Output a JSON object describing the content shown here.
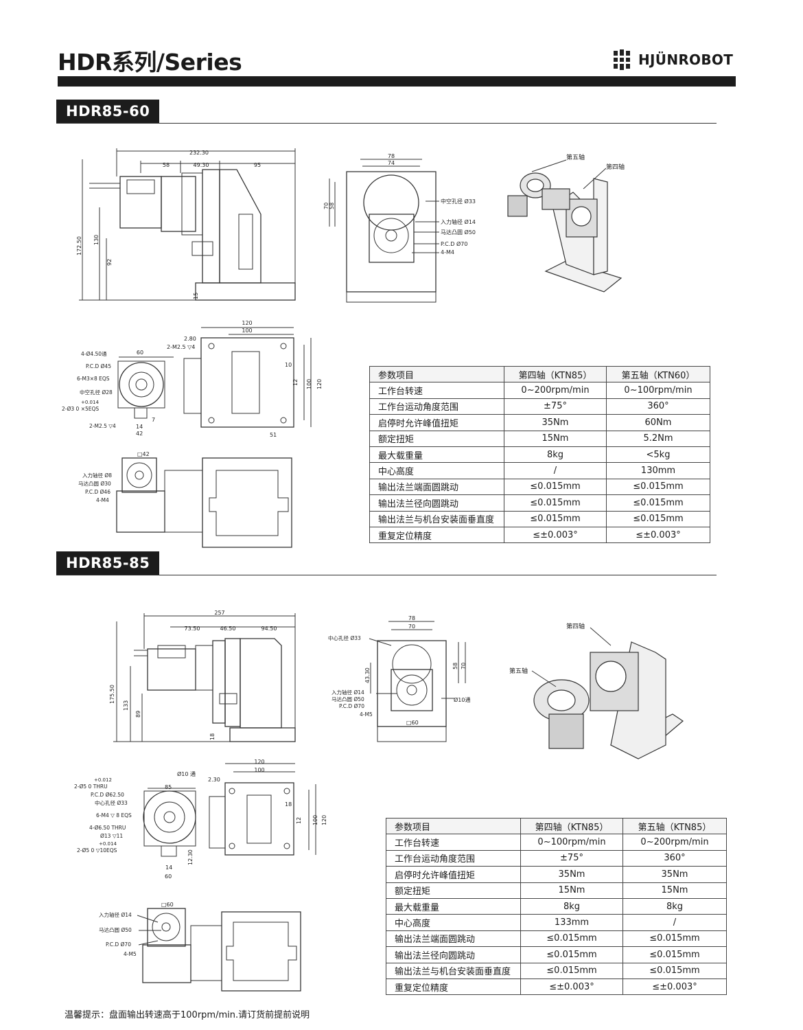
{
  "page_title": "HDR系列/Series",
  "brand": {
    "name": "HJÜNROBOT",
    "icon": "hjunrobot-logo-icon"
  },
  "colors": {
    "bar": "#1c1c1c",
    "line": "#333333",
    "table_border": "#444444"
  },
  "sections": [
    {
      "name": "HDR85-60",
      "dims": {
        "side": [
          "232.30",
          "58",
          "49.30",
          "95",
          "172.50",
          "130",
          "92",
          "15"
        ],
        "front": [
          "78",
          "74",
          "70",
          "58"
        ],
        "front_callouts": [
          "中空孔径 Ø33",
          "入力轴径 Ø14",
          "马达凸圆 Ø50",
          "P.C.D Ø70",
          "4-M4"
        ],
        "axis_labels": [
          "第五轴",
          "第四轴"
        ],
        "top": [
          "120",
          "100",
          "2.80",
          "2-M2.5 ▽4",
          "60",
          "10",
          "12",
          "100",
          "120",
          "51",
          "14",
          "42",
          "7"
        ],
        "top_callouts": [
          "4-Ø4.50通",
          "P.C.D Ø45",
          "6-M3×8 EQS",
          "中空孔径 Ø28",
          "+0.014",
          "2-Ø3   0      ×5EQS",
          "2-M2.5 ▽4"
        ],
        "bottom": [
          "□42"
        ],
        "bottom_callouts": [
          "入力轴径 Ø8",
          "马达凸圆 Ø30",
          "P.C.D Ø46",
          "4-M4"
        ]
      },
      "table": {
        "headers": [
          "参数项目",
          "第四轴（KTN85）",
          "第五轴（KTN60）"
        ],
        "rows": [
          [
            "工作台转速",
            "0~200rpm/min",
            "0~100rpm/min"
          ],
          [
            "工作台运动角度范围",
            "±75°",
            "360°"
          ],
          [
            "启停时允许峰值扭矩",
            "35Nm",
            "60Nm"
          ],
          [
            "额定扭矩",
            "15Nm",
            "5.2Nm"
          ],
          [
            "最大载重量",
            "8kg",
            "<5kg"
          ],
          [
            "中心高度",
            "/",
            "130mm"
          ],
          [
            "输出法兰端面圆跳动",
            "≤0.015mm",
            "≤0.015mm"
          ],
          [
            "输出法兰径向圆跳动",
            "≤0.015mm",
            "≤0.015mm"
          ],
          [
            "输出法兰与机台安装面垂直度",
            "≤0.015mm",
            "≤0.015mm"
          ],
          [
            "重复定位精度",
            "≤±0.003°",
            "≤±0.003°"
          ]
        ]
      }
    },
    {
      "name": "HDR85-85",
      "dims": {
        "side": [
          "257",
          "73.50",
          "46.50",
          "94.50",
          "175.50",
          "133",
          "89",
          "18"
        ],
        "front": [
          "78",
          "70",
          "58",
          "70",
          "43.30",
          "□60",
          "Ø10通"
        ],
        "front_callouts": [
          "中心孔径 Ø33",
          "入力轴径 Ø14",
          "马达凸圆 Ø50",
          "P.C.D Ø70",
          "4-M5"
        ],
        "axis_labels": [
          "第四轴",
          "第五轴"
        ],
        "top": [
          "Ø10 通",
          "120",
          "100",
          "2.30",
          "18",
          "12",
          "100",
          "120",
          "85",
          "14",
          "60",
          "12.30"
        ],
        "top_callouts": [
          "+0.012",
          "2-Ø5   0      THRU",
          "P.C.D Ø62.50",
          "中心孔径 Ø33",
          "6-M4 ▽ 8 EQS",
          "4-Ø6.50 THRU",
          "Ø13 ▽11",
          "+0.014",
          "2-Ø5   0      ▽10EQS"
        ],
        "bottom": [
          "□60"
        ],
        "bottom_callouts": [
          "入力轴径 Ø14",
          "马达凸圆 Ø50",
          "P.C.D Ø70",
          "4-M5"
        ]
      },
      "table": {
        "headers": [
          "参数项目",
          "第四轴（KTN85）",
          "第五轴（KTN85）"
        ],
        "rows": [
          [
            "工作台转速",
            "0~100rpm/min",
            "0~200rpm/min"
          ],
          [
            "工作台运动角度范围",
            "±75°",
            "360°"
          ],
          [
            "启停时允许峰值扭矩",
            "35Nm",
            "35Nm"
          ],
          [
            "额定扭矩",
            "15Nm",
            "15Nm"
          ],
          [
            "最大载重量",
            "8kg",
            "8kg"
          ],
          [
            "中心高度",
            "133mm",
            "/"
          ],
          [
            "输出法兰端面圆跳动",
            "≤0.015mm",
            "≤0.015mm"
          ],
          [
            "输出法兰径向圆跳动",
            "≤0.015mm",
            "≤0.015mm"
          ],
          [
            "输出法兰与机台安装面垂直度",
            "≤0.015mm",
            "≤0.015mm"
          ],
          [
            "重复定位精度",
            "≤±0.003°",
            "≤±0.003°"
          ]
        ]
      }
    }
  ],
  "footer_note": "温馨提示：盘面输出转速高于100rpm/min.请订货前提前说明"
}
